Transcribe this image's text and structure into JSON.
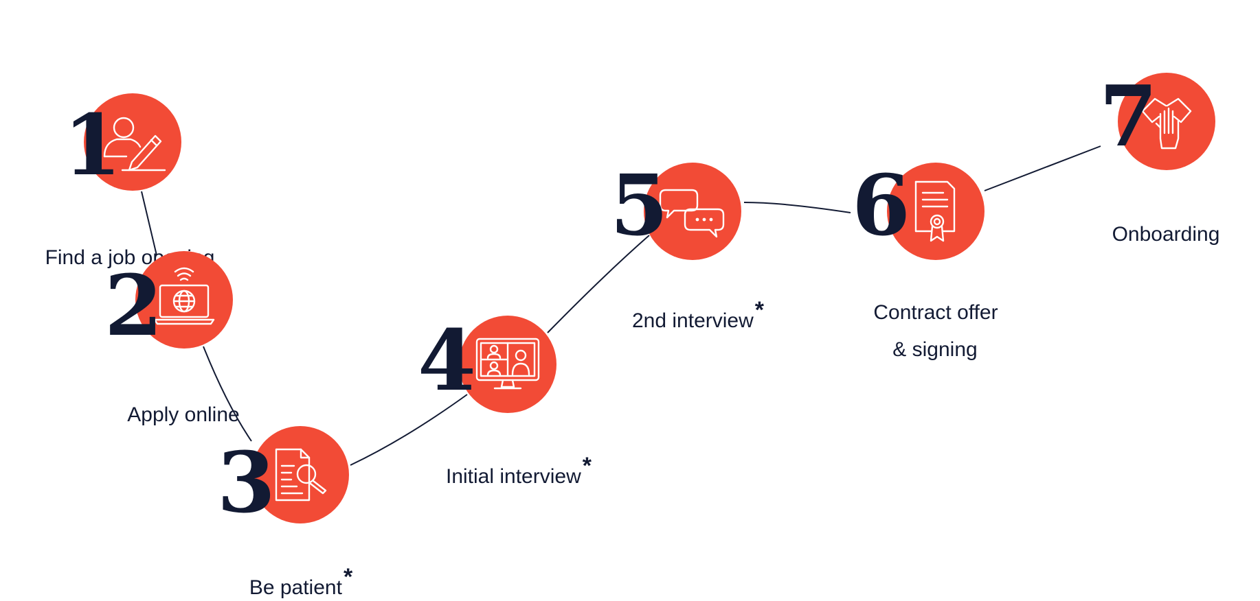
{
  "diagram": {
    "accent_color": "#f24b36",
    "ink_color": "#121a33",
    "steps": [
      {
        "number": "1",
        "label": "Find a job opening",
        "asterisk": "",
        "icon": "person-pencil-icon"
      },
      {
        "number": "2",
        "label": "Apply online",
        "asterisk": "",
        "icon": "laptop-globe-icon"
      },
      {
        "number": "3",
        "label": "Be patient",
        "asterisk": "*",
        "icon": "document-search-icon"
      },
      {
        "number": "4",
        "label": "Initial interview",
        "asterisk": "*",
        "icon": "video-call-monitor-icon"
      },
      {
        "number": "5",
        "label": "2nd interview",
        "asterisk": "*",
        "icon": "chat-bubbles-icon"
      },
      {
        "number": "6",
        "label": "Contract offer\n& signing",
        "asterisk": "",
        "icon": "contract-certificate-icon"
      },
      {
        "number": "7",
        "label": "Onboarding",
        "asterisk": "",
        "icon": "stacked-hands-icon"
      }
    ]
  }
}
